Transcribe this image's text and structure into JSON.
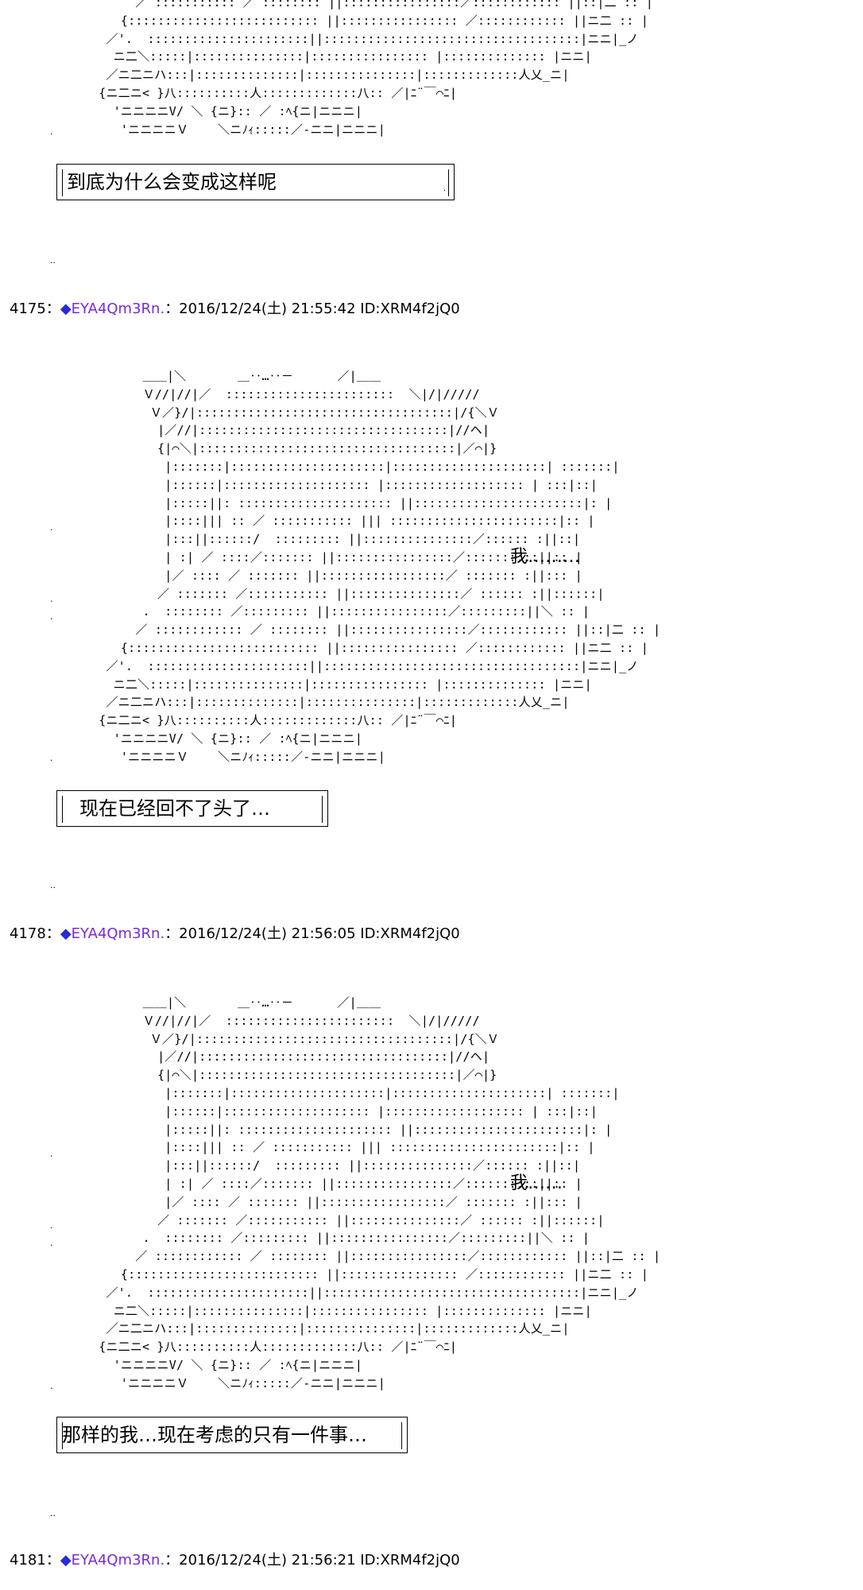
{
  "art": {
    "top_partial": "      ／ ::::::::::: ／ :::::::: ||::::::::::::::::／:::::::::::: ||::|二 :: |\n    {:::::::::::::::::::::::::: ||:::::::::::::::: ／:::::::::::: ||ニ二 :: |\n  ／'.  ::::::::::::::::::::::||:::::::::::::::::::::::::::::::::::|ニニ|_ノ\n   ニ二＼:::::|:::::::::::::::|:::::::::::::::: |:::::::::::::: |ニニ|\n  ／ニ二ニハ:::|::::::::::::::|:::::::::::::::|:::::::::::::人乂_ニ|\n {ニ二ニ< }八::::::::::人:::::::::::::八:: ／|ﾆ¨￣⌒ﾆ|\n   'ニニニニV/ ＼ {ニ}:: ／ :ﾍ{ニ|ニニニ|\n    'ニニニニＶ    ＼ニﾉｨ:::::／-ニニ|ニニニ|",
    "figure": "       ＿＿|＼       ＿‥…‥－      ／|＿＿\n       Ｖ//|//|／  :::::::::::::::::::::::  ＼|/|/////\n        Ｖ／}/|:::::::::::::::::::::::::::::::::::|/{＼Ｖ\n         |／//|::::::::::::::::::::::::::::::::::|//ヘ|\n         {|⌒＼|:::::::::::::::::::::::::::::::::::|／⌒|}\n          |:::::::|:::::::::::::::::::::|:::::::::::::::::::::| :::::::|\n          |::::::|:::::::::::::::::::: |::::::::::::::::::: | :::|::|\n          |:::::||: ::::::::::::::::::::: ||:::::::::::::::::::::::|: |\n          |::::||| :: ／ ::::::::::: ||| :::::::::::::::::::::::|:: |\n          |:::||::::::/  ::::::::: ||:::::::::::::::／:::::: :||::|\n          | :| ／ ::::／::::::: ||::::::::::::::::／::::::::::||:: |\n          |／ :::: ／ ::::::: ||:::::::::::::::::／ ::::::: :||::: |\n         ／ ::::::: ／::::::::::: ||:::::::::::::::／ :::::: :||::::::|\n       .  :::::::: ／::::::::: ||::::::::::::::::／:::::::::||＼ :: |\n      ／ :::::::::::: ／ :::::::: ||::::::::::::::::／:::::::::::: ||::|二 :: |\n    {:::::::::::::::::::::::::: ||:::::::::::::::: ／:::::::::::: ||ニ二 :: |\n  ／'.  ::::::::::::::::::::::||:::::::::::::::::::::::::::::::::::|ニニ|_ノ\n   ニ二＼:::::|:::::::::::::::|:::::::::::::::: |:::::::::::::: |ニニ|\n  ／ニ二ニハ:::|::::::::::::::|:::::::::::::::|:::::::::::::人乂_ニ|\n {ニ二ニ< }八::::::::::人:::::::::::::八:: ／|ﾆ¨￣⌒ﾆ|\n   'ニニニニV/ ＼ {ニ}:: ／ :ﾍ{ニ|ニニニ|\n    'ニニニニＶ    ＼ニﾉｨ:::::／-ニニ|ニニニ|",
    "dot": ".",
    "dots": ".."
  },
  "posts": [
    {
      "caption": "到底为什么会变成这样呢",
      "corner": "."
    },
    {
      "header": {
        "num": "4175",
        "sep": "：",
        "diamond": "◆",
        "trip": "EYA4Qm3Rn.",
        "rest": "：2016/12/24(土) 21:55:42 ID:XRM4f2jQ0"
      },
      "side": "我………",
      "caption": "现在已经回不了头了…"
    },
    {
      "header": {
        "num": "4178",
        "sep": "：",
        "diamond": "◆",
        "trip": "EYA4Qm3Rn.",
        "rest": "：2016/12/24(土) 21:56:05 ID:XRM4f2jQ0"
      },
      "side": "我……",
      "caption": "那样的我…现在考虑的只有一件事…"
    },
    {
      "header": {
        "num": "4181",
        "sep": "：",
        "diamond": "◆",
        "trip": "EYA4Qm3Rn.",
        "rest": "：2016/12/24(土) 21:56:21 ID:XRM4f2jQ0"
      }
    }
  ]
}
